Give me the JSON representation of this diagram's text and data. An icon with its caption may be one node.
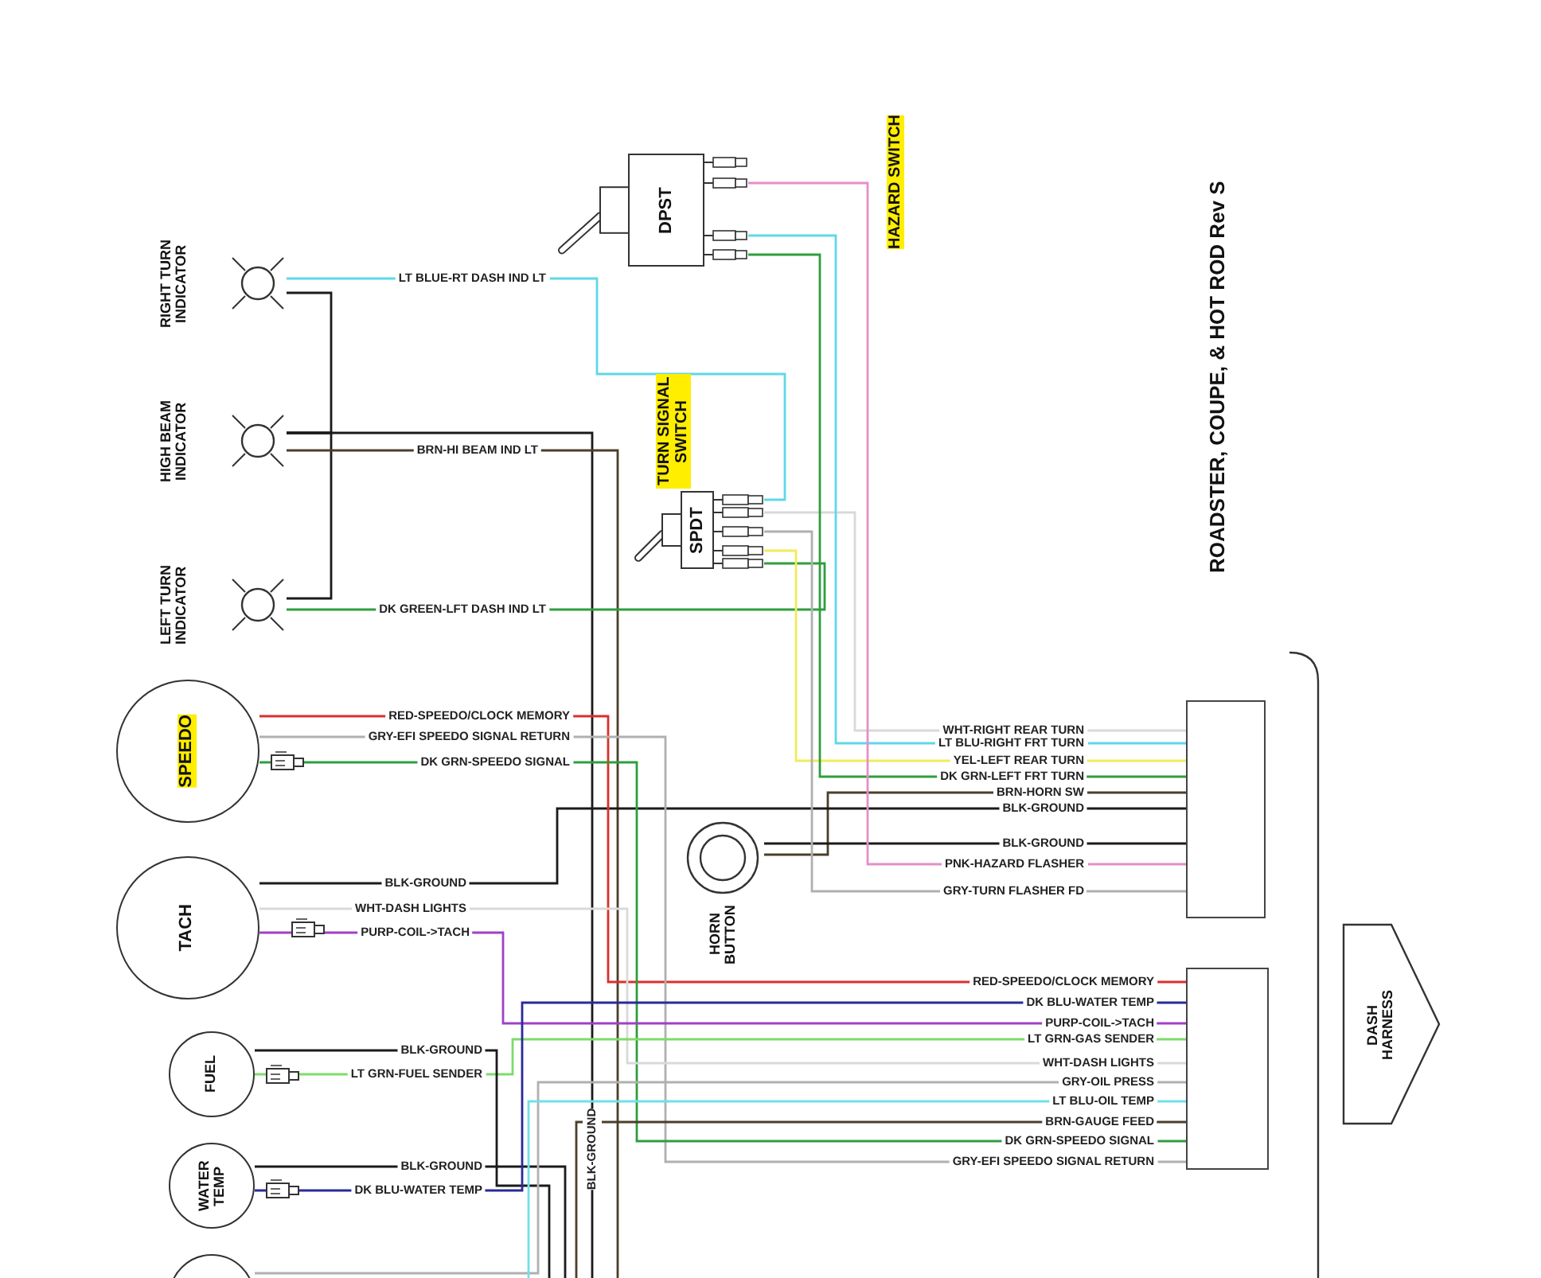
{
  "diagram": {
    "title": "ROADSTER, COUPE, & HOT ROD Rev S",
    "nodes": [
      {
        "text": [
          "RIGHT TURN INDICATOR"
        ]
      },
      {
        "text": [
          "HIGH BEAM INDICATOR"
        ]
      },
      {
        "text": [
          "LEFT TURN INDICATOR"
        ]
      },
      {
        "text": [
          "DPST"
        ]
      },
      {
        "text": [
          "SPDT"
        ],
        "beside": [
          "TURN SIGNAL SWITCH"
        ]
      },
      {
        "text": [
          "SPEEDO"
        ]
      },
      {
        "text": [
          "TACH"
        ]
      },
      {
        "text": [
          "FUEL"
        ]
      },
      {
        "text": [
          "WATER TEMP"
        ]
      },
      {
        "text": [],
        "shape": "circle"
      },
      {
        "text": [
          "HORN BUTTON"
        ]
      },
      {
        "text": [],
        "shape": "box"
      },
      {
        "text": [],
        "shape": "box"
      },
      {
        "text": [
          "DASH HARNESS"
        ]
      }
    ],
    "edges": [
      {
        "from": 0,
        "to": 1,
        "arrow": "none",
        "color": "#1a1a1a"
      },
      {
        "from": 2,
        "to": 1,
        "arrow": "none",
        "color": "#1a1a1a"
      },
      {
        "from": 1,
        "to": null,
        "arrow": "none",
        "label": "BLK-GROUND",
        "color": "#1a1a1a"
      },
      {
        "from": 0,
        "to": 4,
        "arrow": "none",
        "label": "LT BLUE-RT DASH IND LT",
        "color": "#5fd8e8"
      },
      {
        "from": 1,
        "to": null,
        "arrow": "none",
        "label": "BRN-HI BEAM IND LT",
        "color": "#4a3f2a"
      },
      {
        "from": 2,
        "to": 4,
        "arrow": "none",
        "label": "DK GREEN-LFT DASH IND LT",
        "color": "#2e9e3e"
      },
      {
        "from": 4,
        "to": 11,
        "arrow": "none",
        "label": "WHT-RIGHT REAR TURN",
        "color": "#d9d9d9"
      },
      {
        "from": 3,
        "to": 11,
        "arrow": "none",
        "label": "LT BLU-RIGHT FRT TURN",
        "color": "#5fd8e8"
      },
      {
        "from": 4,
        "to": 11,
        "arrow": "none",
        "label": "YEL-LEFT REAR TURN",
        "color": "#f2ec5a"
      },
      {
        "from": 3,
        "to": 11,
        "arrow": "none",
        "label": "DK GRN-LEFT FRT TURN",
        "color": "#2e9e3e"
      },
      {
        "from": 10,
        "to": 11,
        "arrow": "none",
        "label": "BRN-HORN SW",
        "color": "#4a3f2a"
      },
      {
        "from": 6,
        "to": 11,
        "arrow": "none",
        "label": "BLK-GROUND",
        "color": "#1a1a1a"
      },
      {
        "from": 10,
        "to": 11,
        "arrow": "none",
        "label": "BLK-GROUND",
        "color": "#1a1a1a"
      },
      {
        "from": 3,
        "to": 11,
        "arrow": "none",
        "label": "PNK-HAZARD FLASHER",
        "color": "#e48fc8"
      },
      {
        "from": 4,
        "to": 11,
        "arrow": "none",
        "label": "GRY-TURN FLASHER FD",
        "color": "#b0b0b0"
      },
      {
        "from": 5,
        "to": 12,
        "arrow": "none",
        "label": "RED-SPEEDO/CLOCK MEMORY",
        "color": "#d9302c"
      },
      {
        "from": 5,
        "to": 12,
        "arrow": "none",
        "label": "GRY-EFI SPEEDO SIGNAL RETURN",
        "color": "#b0b0b0"
      },
      {
        "from": 5,
        "to": 12,
        "arrow": "none",
        "label": "DK GRN-SPEEDO SIGNAL",
        "color": "#2e9e3e"
      },
      {
        "from": 6,
        "to": 12,
        "arrow": "none",
        "label": "WHT-DASH LIGHTS",
        "color": "#d9d9d9"
      },
      {
        "from": 6,
        "to": 12,
        "arrow": "none",
        "label": "PURP-COIL->TACH",
        "color": "#a040c8"
      },
      {
        "from": 7,
        "to": 12,
        "arrow": "none",
        "label": "LT GRN-FUEL SENDER",
        "color": "#7ddc6a"
      },
      {
        "from": 7,
        "to": null,
        "arrow": "none",
        "label": "BLK-GROUND",
        "color": "#1a1a1a"
      },
      {
        "from": 8,
        "to": null,
        "arrow": "none",
        "label": "BLK-GROUND",
        "color": "#1a1a1a"
      },
      {
        "from": 8,
        "to": 12,
        "arrow": "none",
        "label": "DK BLU-WATER TEMP",
        "color": "#2a2a9a"
      },
      {
        "from": 9,
        "to": 12,
        "arrow": "none",
        "label": "GRY-OIL PRESS",
        "color": "#b0b0b0"
      },
      {
        "from": null,
        "to": 12,
        "arrow": "none",
        "label": "LT BLU-OIL TEMP",
        "color": "#6fe0ea"
      },
      {
        "from": null,
        "to": 12,
        "arrow": "none",
        "label": "BRN-GAUGE FEED",
        "color": "#4a3f2a"
      }
    ],
    "labels": [
      "HAZARD SWITCH",
      "BLK-GROUND",
      "RED-SPEEDO/CLOCK MEMORY",
      "DK BLU-WATER TEMP",
      "PURP-COIL->TACH",
      "LT GRN-GAS SENDER",
      "WHT-DASH LIGHTS",
      "DK GRN-SPEEDO SIGNAL",
      "GRY-EFI SPEEDO SIGNAL RETURN"
    ]
  }
}
